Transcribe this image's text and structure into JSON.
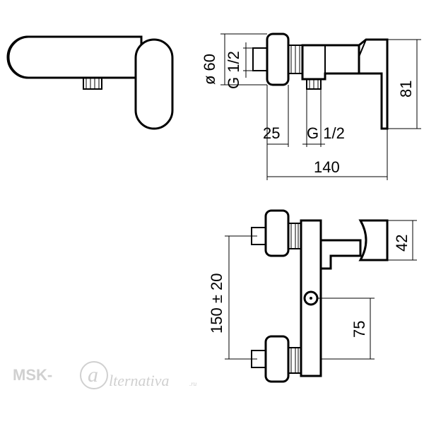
{
  "dimensions": {
    "diameter": "ø 60",
    "thread_top": "G 1/2",
    "height_81": "81",
    "depth_25": "25",
    "thread_bottom": "G 1/2",
    "length_140": "140",
    "spacing": "150 ± 20",
    "handle_42": "42",
    "outlet_75": "75"
  },
  "watermark": {
    "brand": "MSK-",
    "logo_letter": "a",
    "rest": "lternativa",
    "tld": ".ru"
  }
}
